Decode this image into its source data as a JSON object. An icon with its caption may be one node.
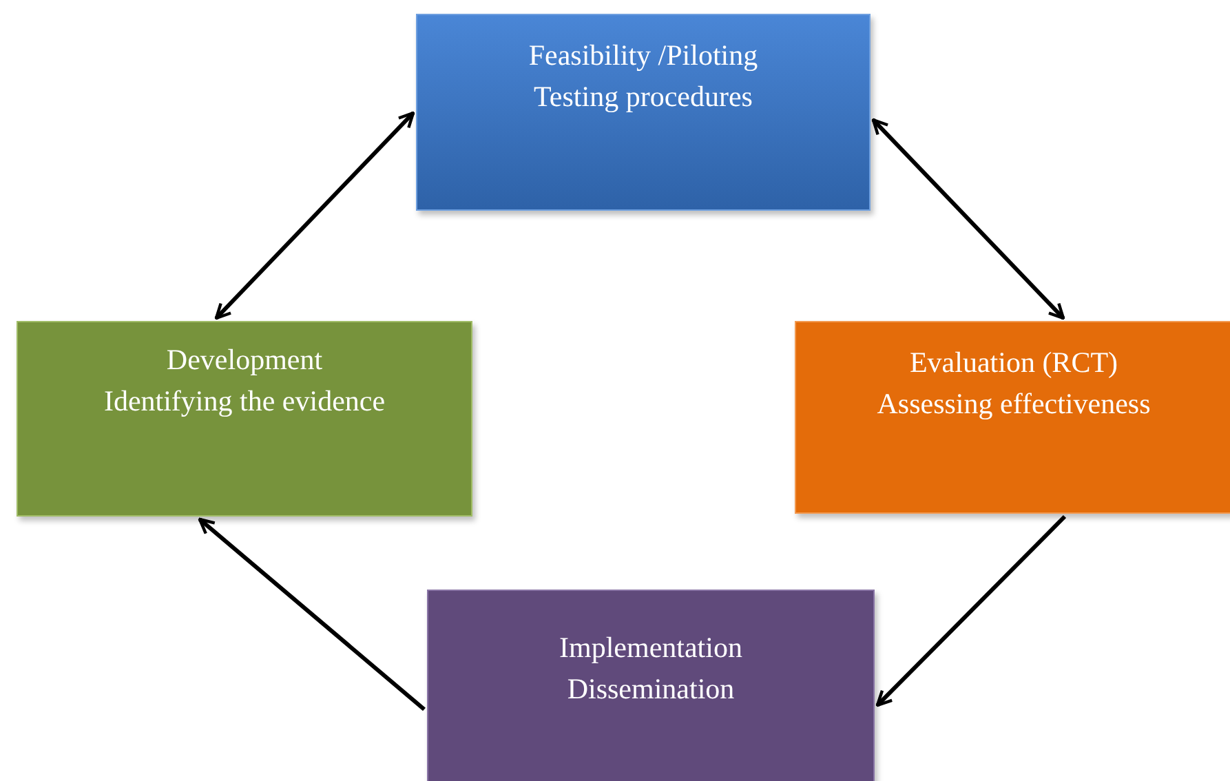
{
  "diagram": {
    "nodes": [
      {
        "text": [
          "Feasibility /Piloting",
          "Testing procedures"
        ]
      },
      {
        "text": [
          "Evaluation (RCT)",
          "Assessing effectiveness"
        ]
      },
      {
        "text": [
          "Implementation",
          "Dissemination"
        ]
      },
      {
        "text": [
          "Development",
          "Identifying the evidence"
        ]
      }
    ],
    "edges": [
      {
        "from": 3,
        "to": 0,
        "arrow": "both"
      },
      {
        "from": 0,
        "to": 1,
        "arrow": "both"
      },
      {
        "from": 1,
        "to": 2,
        "arrow": "to"
      },
      {
        "from": 2,
        "to": 3,
        "arrow": "to"
      }
    ]
  }
}
